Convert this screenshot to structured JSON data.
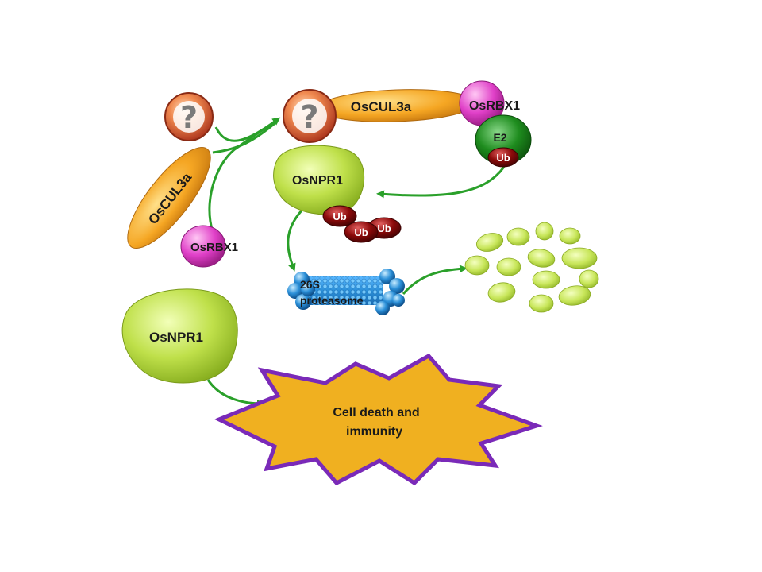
{
  "unknown_mark": "?",
  "proteins": {
    "cullin_left": "OsCUL3a",
    "cullin_top": "OsCUL3a",
    "rbx_left": "OsRBX1",
    "rbx_top": "OsRBX1",
    "e2": "E2",
    "npr1_top": "OsNPR1",
    "npr1_bottom": "OsNPR1"
  },
  "ubiquitin": [
    "Ub",
    "Ub",
    "Ub",
    "Ub"
  ],
  "proteasome": {
    "line1": "26S",
    "line2": "proteasome"
  },
  "outcome": {
    "line1": "Cell death and",
    "line2": "immunity"
  },
  "colors": {
    "cullin": "#f5a623",
    "rbx": "#e040c8",
    "question": "#c8553a",
    "npr1": "#b4dc3c",
    "e2": "#1e8c1e",
    "ub": "#8b0a0a",
    "arrow": "#2aa02a",
    "proteasome": "#2a8fd8",
    "star_fill": "#f0b020",
    "star_stroke": "#7a2ab8",
    "fragment": "#c8e65a"
  }
}
